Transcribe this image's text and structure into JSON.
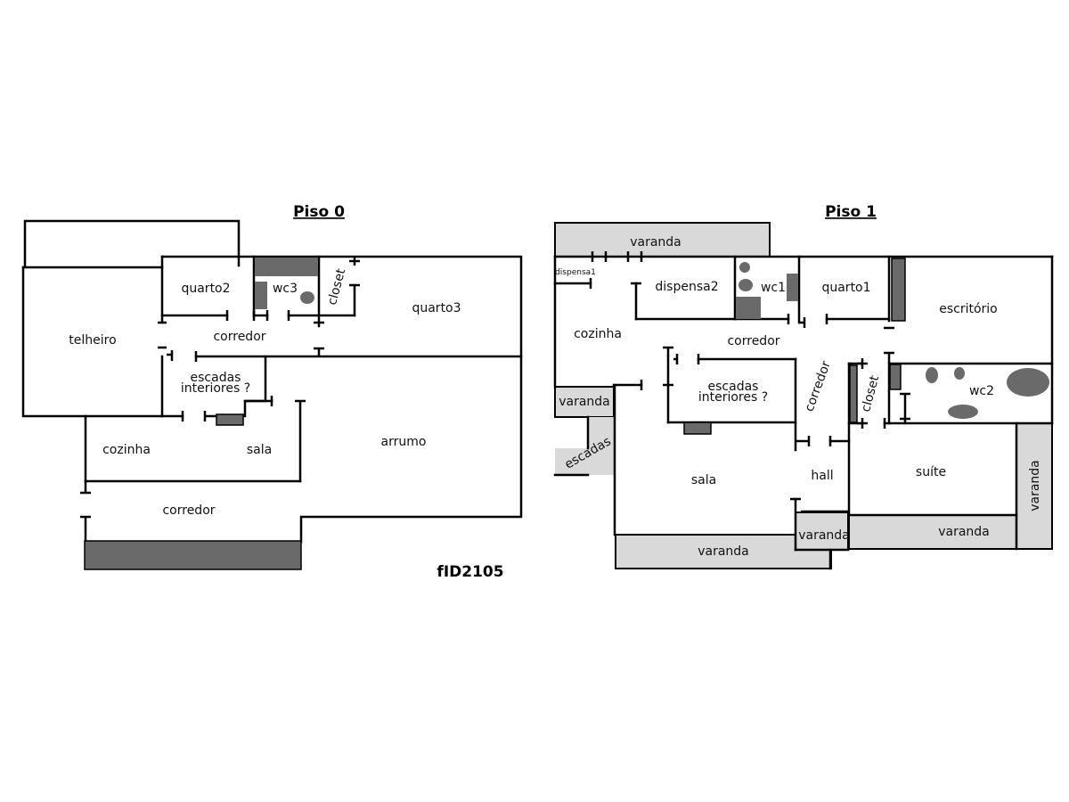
{
  "floors": {
    "floor0": {
      "title": "Piso 0",
      "rooms": {
        "telheiro": "telheiro",
        "quarto2": "quarto2",
        "wc3": "wc3",
        "closet": "closet",
        "quarto3": "quarto3",
        "corredor_top": "corredor",
        "escadas_line1": "escadas",
        "escadas_line2": "interiores ?",
        "cozinha": "cozinha",
        "sala": "sala",
        "arrumo": "arrumo",
        "corredor_bottom": "corredor"
      }
    },
    "floor1": {
      "title": "Piso 1",
      "rooms": {
        "varanda_top": "varanda",
        "dispensa1": "dispensa1",
        "dispensa2": "dispensa2",
        "wc1": "wc1",
        "quarto1": "quarto1",
        "escritorio": "escritório",
        "cozinha": "cozinha",
        "corredor_h": "corredor",
        "corredor_v": "corredor",
        "escadas_line1": "escadas",
        "escadas_line2": "interiores ?",
        "closet": "closet",
        "wc2": "wc2",
        "varanda_left": "varanda",
        "escadas_ext": "escadas",
        "sala": "sala",
        "hall": "hall",
        "suite": "suíte",
        "varanda_right": "varanda",
        "varanda_small": "varanda",
        "varanda_bottom_right": "varanda",
        "varanda_bottom": "varanda"
      }
    }
  },
  "plan_id": "fID2105",
  "colors": {
    "wall": "#000000",
    "fixture": "#6a6a6a",
    "balcony": "#d9d9d9"
  }
}
